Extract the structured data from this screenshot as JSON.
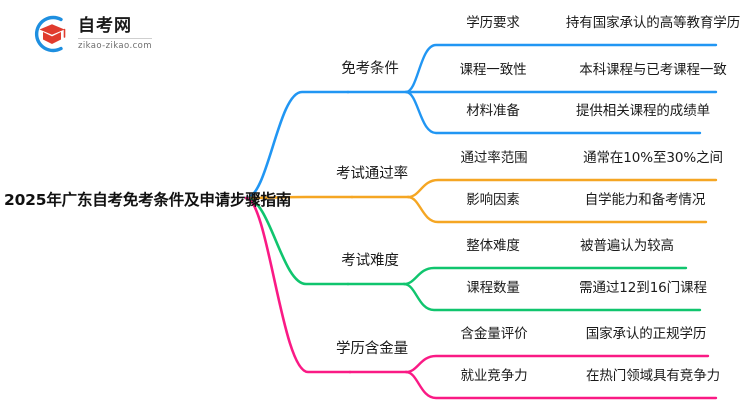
{
  "logo": {
    "name_cn": "自考网",
    "name_en": "zikao-zikao.com",
    "mark_icon": "graduation-cap-swirl-logo-icon",
    "arc_color": "#1E8FE0",
    "cap_color": "#E03B2E"
  },
  "root": {
    "label": "2025年广东自考免考条件及申请步骤指南"
  },
  "colors": {
    "blue": "#2196F3",
    "orange": "#F5A623",
    "green": "#10C56E",
    "pink": "#FA1A85"
  },
  "branches": [
    {
      "label": "免考条件",
      "color": "#2196F3",
      "children": [
        {
          "label": "学历要求",
          "detail": "持有国家承认的高等教育学历"
        },
        {
          "label": "课程一致性",
          "detail": "本科课程与已考课程一致"
        },
        {
          "label": "材料准备",
          "detail": "提供相关课程的成绩单"
        }
      ]
    },
    {
      "label": "考试通过率",
      "color": "#F5A623",
      "children": [
        {
          "label": "通过率范围",
          "detail": "通常在10%至30%之间"
        },
        {
          "label": "影响因素",
          "detail": "自学能力和备考情况"
        }
      ]
    },
    {
      "label": "考试难度",
      "color": "#10C56E",
      "children": [
        {
          "label": "整体难度",
          "detail": "被普遍认为较高"
        },
        {
          "label": "课程数量",
          "detail": "需通过12到16门课程"
        }
      ]
    },
    {
      "label": "学历含金量",
      "color": "#FA1A85",
      "children": [
        {
          "label": "含金量评价",
          "detail": "国家承认的正规学历"
        },
        {
          "label": "就业竞争力",
          "detail": "在热门领域具有竞争力"
        }
      ]
    }
  ]
}
